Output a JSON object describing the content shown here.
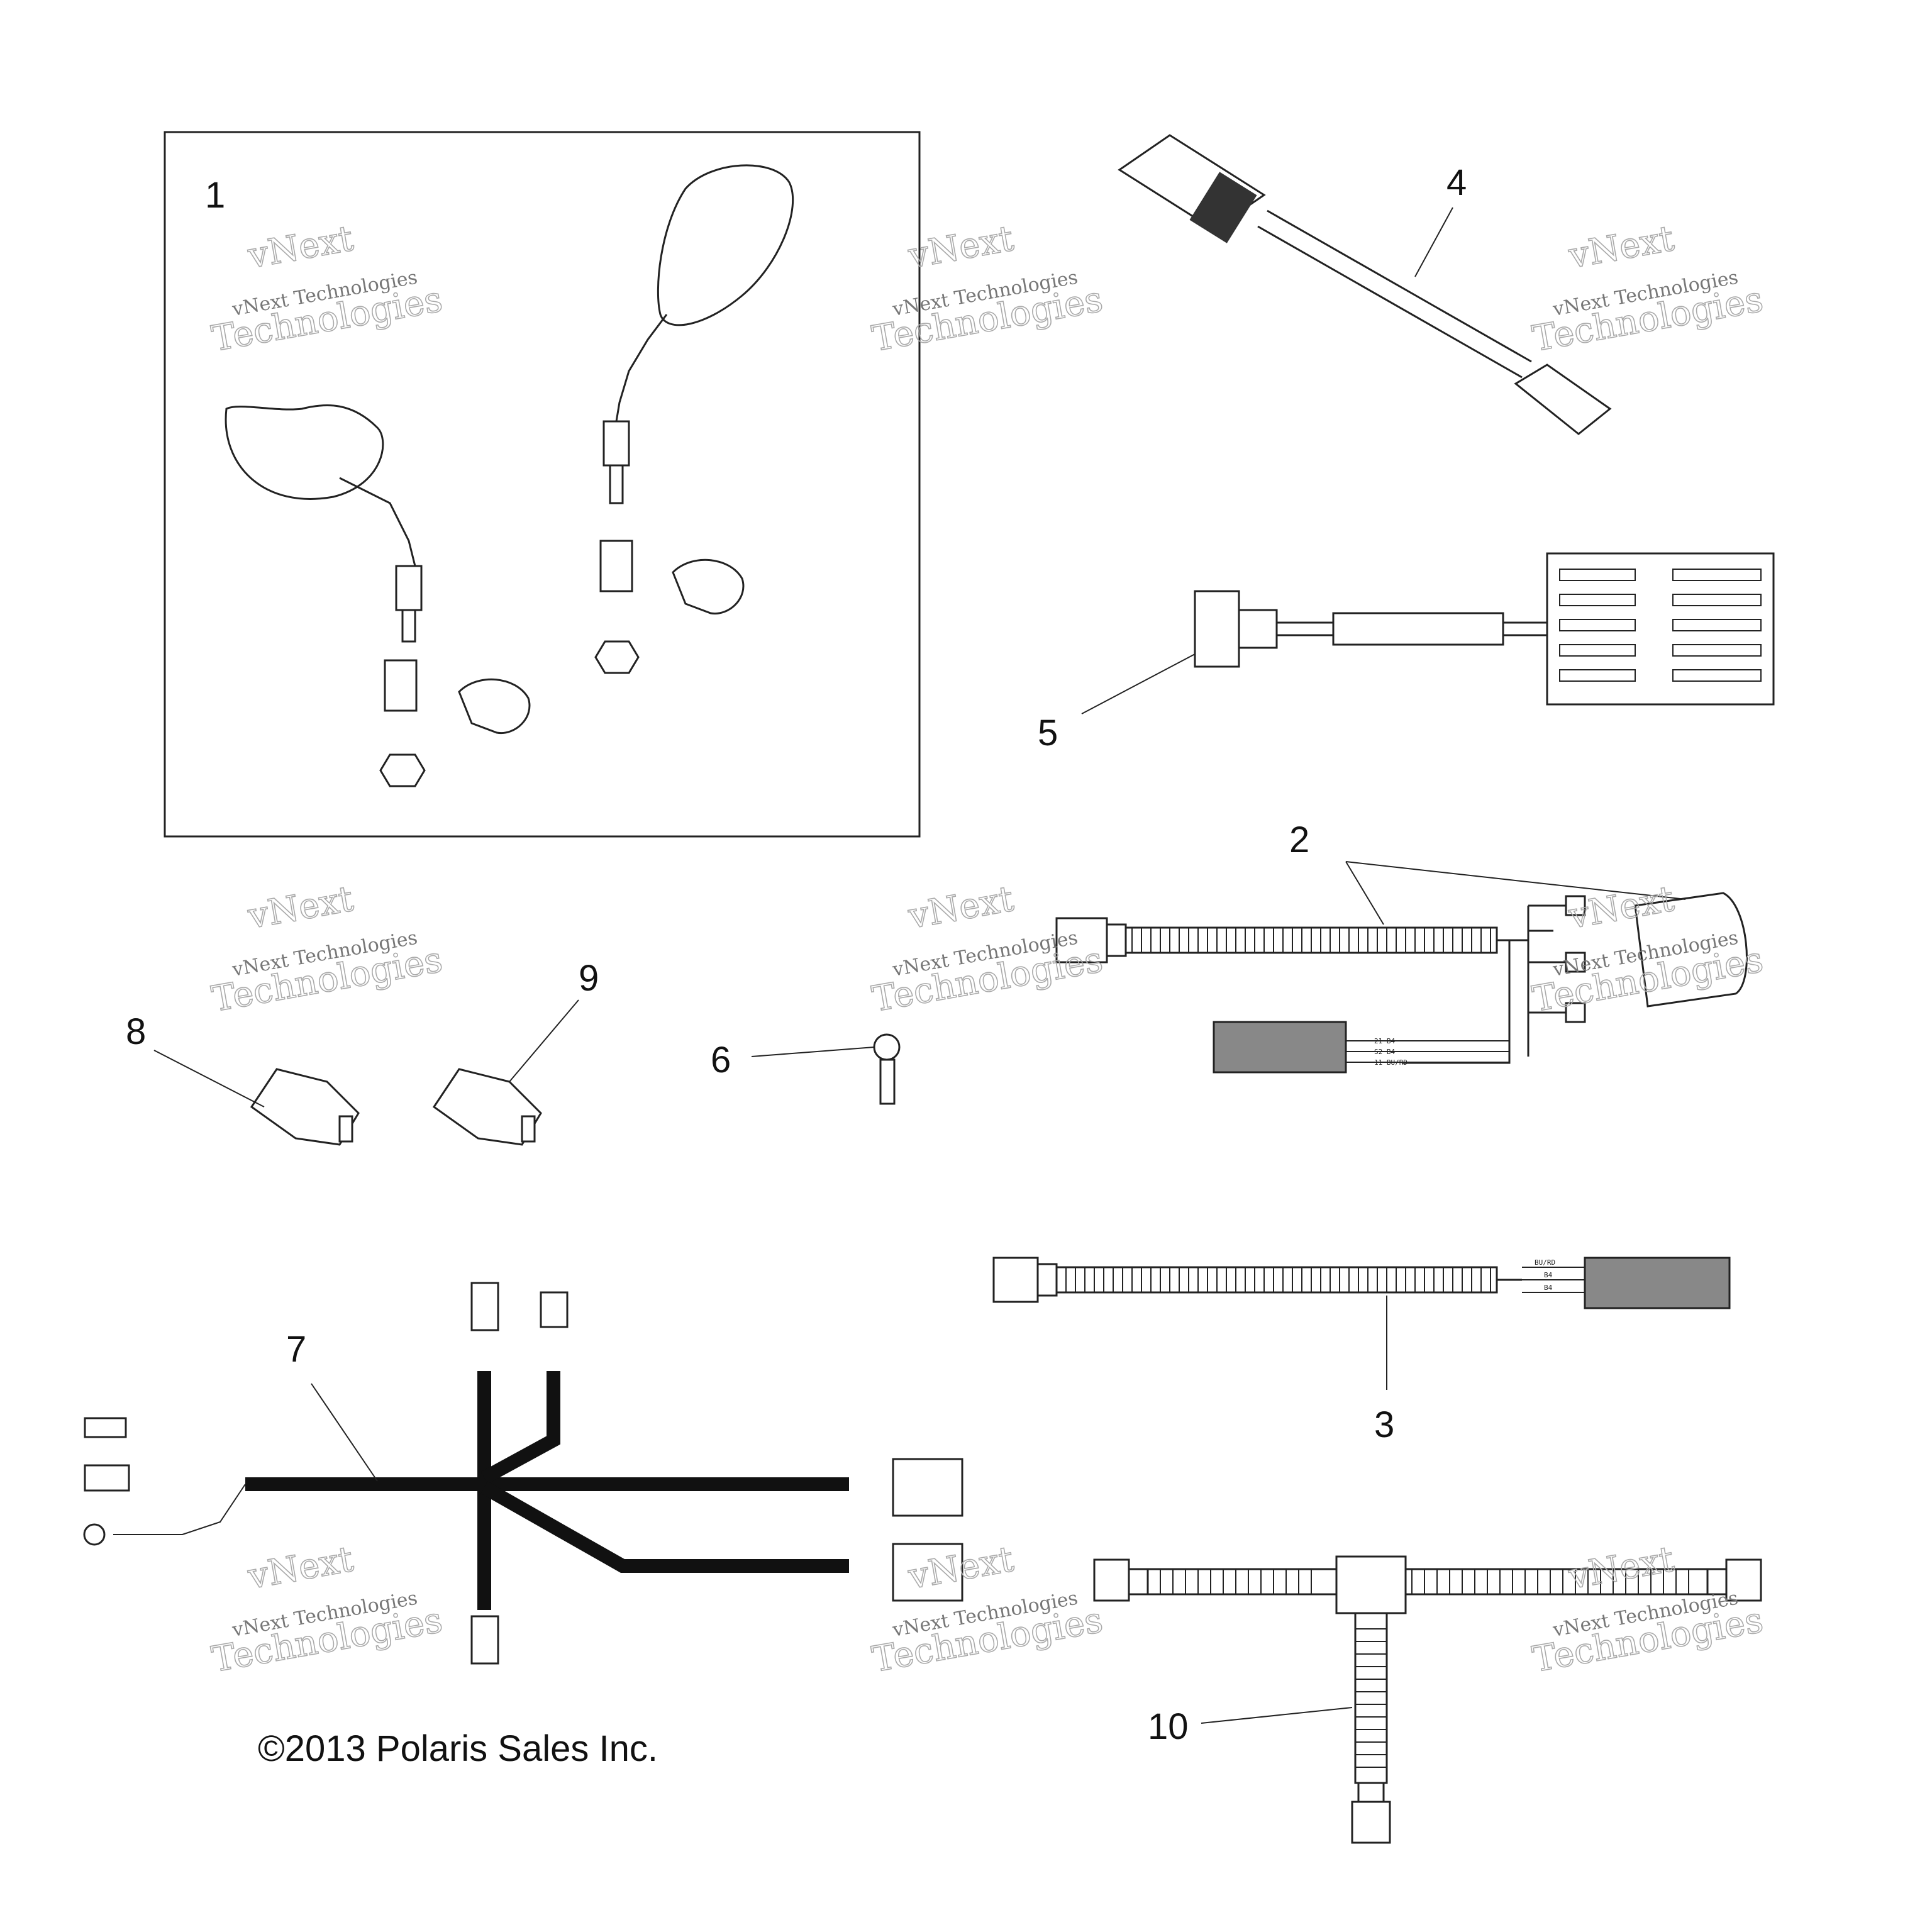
{
  "diagram": {
    "callouts": [
      "1",
      "2",
      "3",
      "4",
      "5",
      "6",
      "7",
      "8",
      "9",
      "10"
    ],
    "copyright": "©2013 Polaris Sales Inc.",
    "wire_labels": {
      "part2": [
        "21 B4",
        "S2 B4",
        "11 BU/RD"
      ],
      "part3": [
        "BU/RD",
        "B4",
        "B4"
      ]
    },
    "watermark": {
      "company": "vNext Technologies",
      "logo_word_1": "vNext",
      "logo_word_2": "Technologies"
    }
  }
}
